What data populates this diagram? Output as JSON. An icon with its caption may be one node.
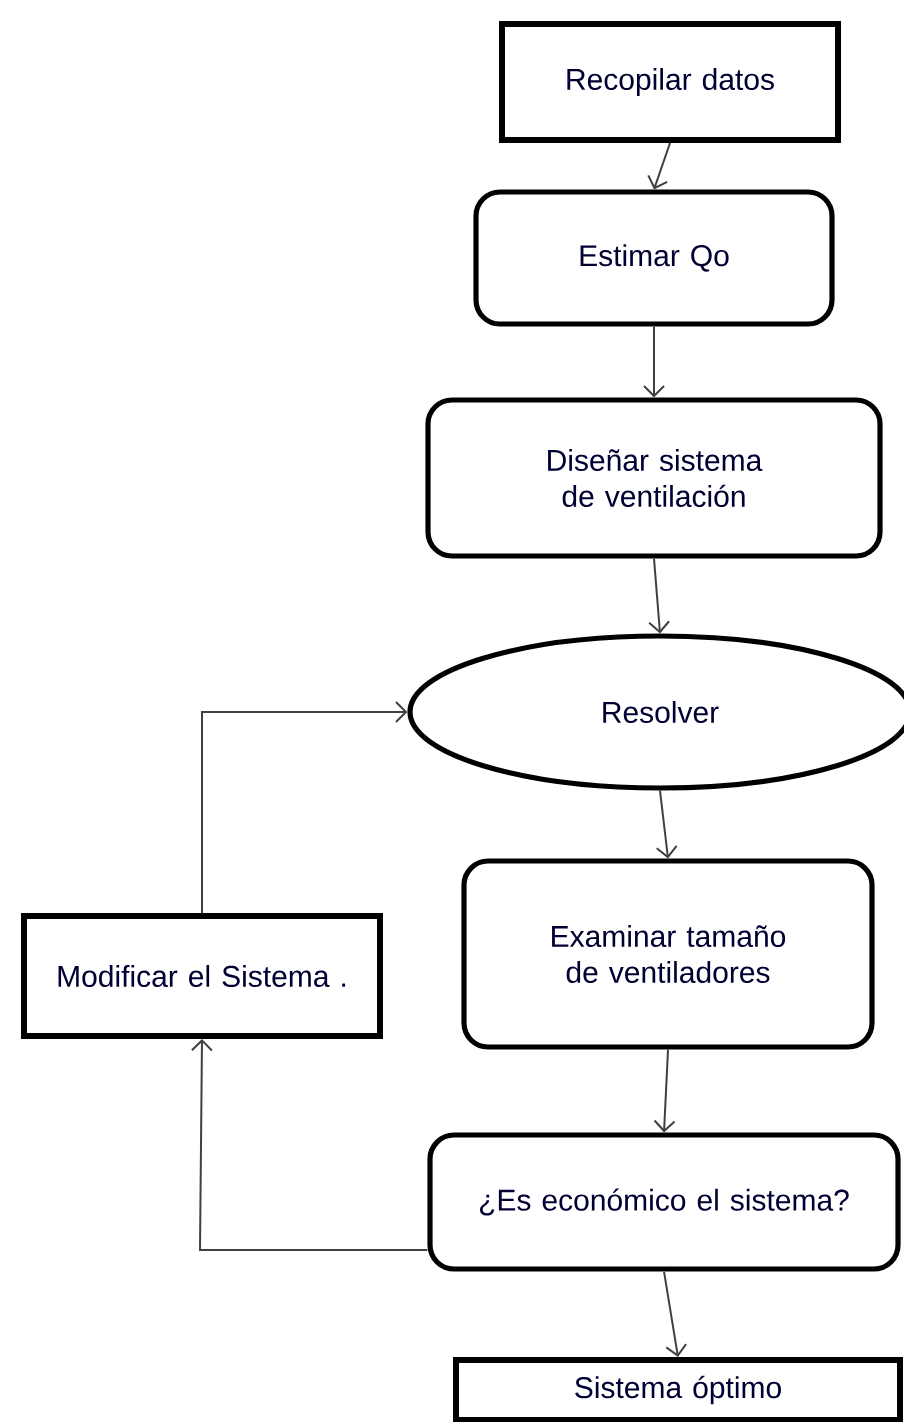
{
  "diagram": {
    "nodes": [
      {
        "text": [
          "Recopilar datos"
        ]
      },
      {
        "text": [
          "Estimar Qo"
        ]
      },
      {
        "text": [
          "Diseñar sistema de ventilación"
        ]
      },
      {
        "text": [
          "Resolver"
        ]
      },
      {
        "text": [
          "Examinar tamaño de ventiladores"
        ]
      },
      {
        "text": [
          "Modificar el Sistema ."
        ]
      },
      {
        "text": [
          "¿Es económico el sistema?"
        ]
      },
      {
        "text": [
          "Sistema óptimo"
        ]
      }
    ],
    "edges": [
      {
        "from": 0,
        "to": 1,
        "arrow": "to"
      },
      {
        "from": 1,
        "to": 2,
        "arrow": "to"
      },
      {
        "from": 2,
        "to": 3,
        "arrow": "to"
      },
      {
        "from": 3,
        "to": 4,
        "arrow": "to"
      },
      {
        "from": 4,
        "to": 6,
        "arrow": "to"
      },
      {
        "from": 6,
        "to": 5,
        "arrow": "to"
      },
      {
        "from": 5,
        "to": 3,
        "arrow": "to"
      },
      {
        "from": 6,
        "to": 7,
        "arrow": "to"
      }
    ]
  }
}
